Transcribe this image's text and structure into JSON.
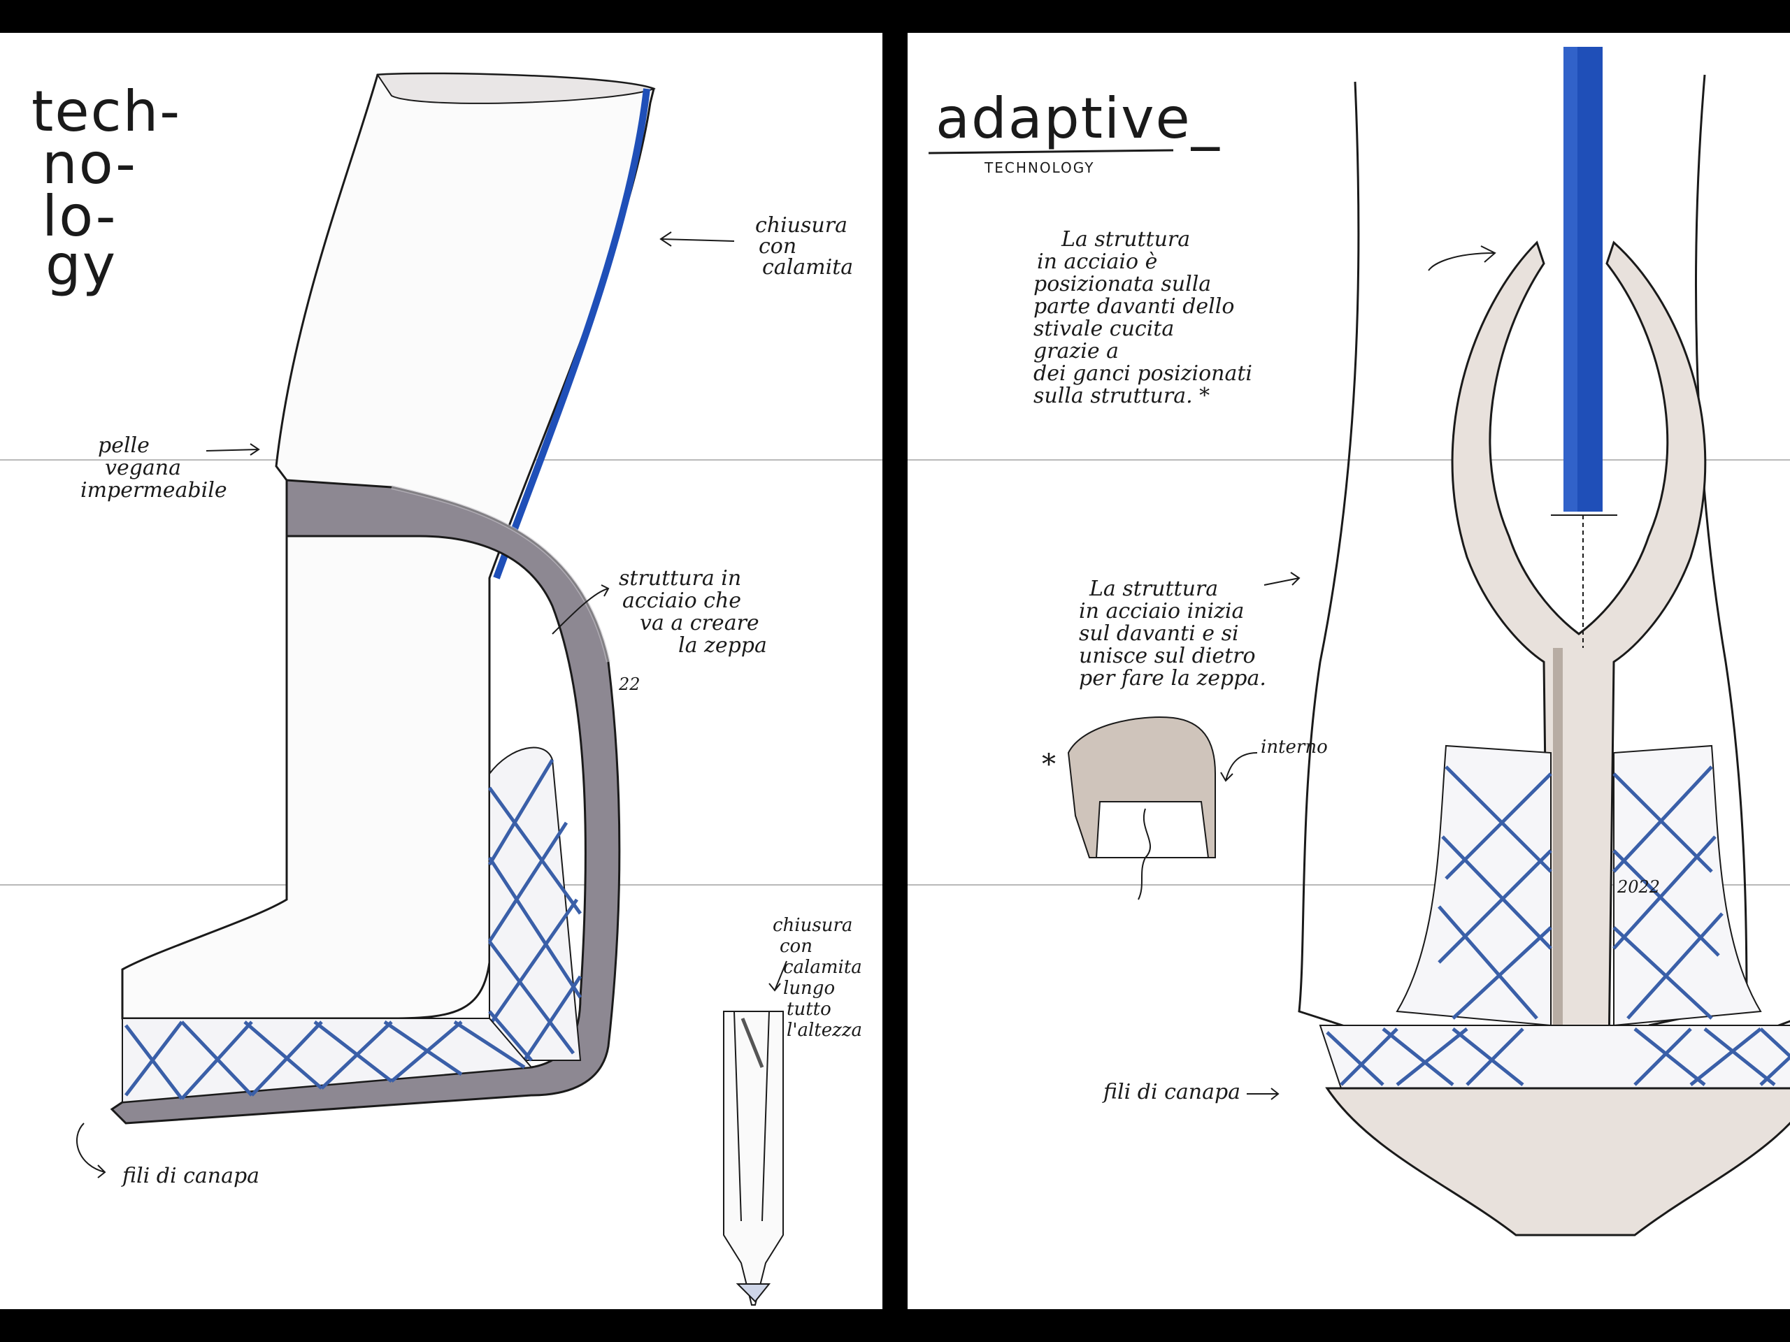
{
  "left_sheet": {
    "title_lines": [
      "tech-",
      "no-",
      "lo-",
      "gy"
    ],
    "notes": {
      "closure": [
        "chiusura",
        "con",
        "calamita"
      ],
      "leather": [
        "pelle",
        "vegana",
        "impermeabile"
      ],
      "steel": [
        "struttura in",
        "acciaio che",
        "va a creare",
        "la zeppa"
      ],
      "closure_detail": [
        "chiusura",
        "con",
        "calamita",
        "lungo",
        "tutto",
        "l'altezza"
      ],
      "hemp": "fili di canapa"
    },
    "signature": "22"
  },
  "right_sheet": {
    "title": "adaptive_",
    "subtitle": "TECHNOLOGY",
    "notes": {
      "structure_front": [
        "La struttura",
        "in acciaio è",
        "posizionata sulla",
        "parte davanti dello",
        "stivale cucita",
        "grazie a",
        "dei ganci posizionati",
        "sulla struttura. *"
      ],
      "structure_back": [
        "La struttura",
        "in acciaio inizia",
        "sul davanti e si",
        "unisce sul dietro",
        "per fare la zeppa."
      ],
      "interior": "interno",
      "asterisk": "*",
      "hemp": "fili di canapa"
    },
    "signature": "2022"
  },
  "colors": {
    "background": "#000000",
    "paper": "#ffffff",
    "ink": "#1a1a1a",
    "accent_blue": "#1f4fb8",
    "lattice_blue": "#3a5fa8",
    "grey_steel": "#8d8892",
    "beige": "#cfc4bb"
  }
}
